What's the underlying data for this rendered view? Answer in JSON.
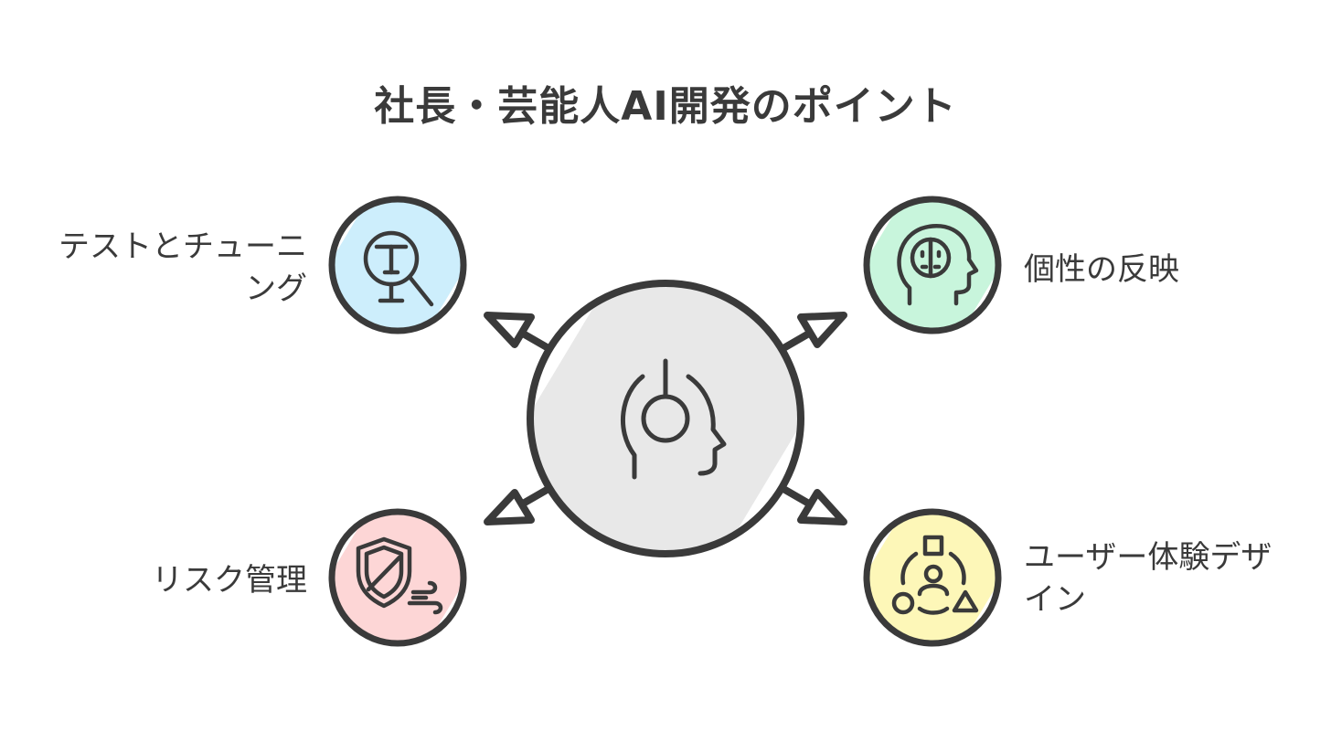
{
  "title": "社長・芸能人AI開発のポイント",
  "center": {
    "icon": "ai-head-icon",
    "fill": "#e8e8e8"
  },
  "nodes": [
    {
      "id": "tl",
      "label": "テストとチューニング",
      "icon": "magnifier-t-icon",
      "color": "#cdeefc"
    },
    {
      "id": "tr",
      "label": "個性の反映",
      "icon": "face-head-icon",
      "color": "#c8f5dc"
    },
    {
      "id": "bl",
      "label": "リスク管理",
      "icon": "shield-wind-icon",
      "color": "#fdd6d6"
    },
    {
      "id": "br",
      "label": "ユーザー体験デザイン",
      "icon": "user-shapes-icon",
      "color": "#fdf7b8"
    }
  ],
  "colors": {
    "stroke": "#3a3a3a",
    "text": "#3a3a3a"
  }
}
